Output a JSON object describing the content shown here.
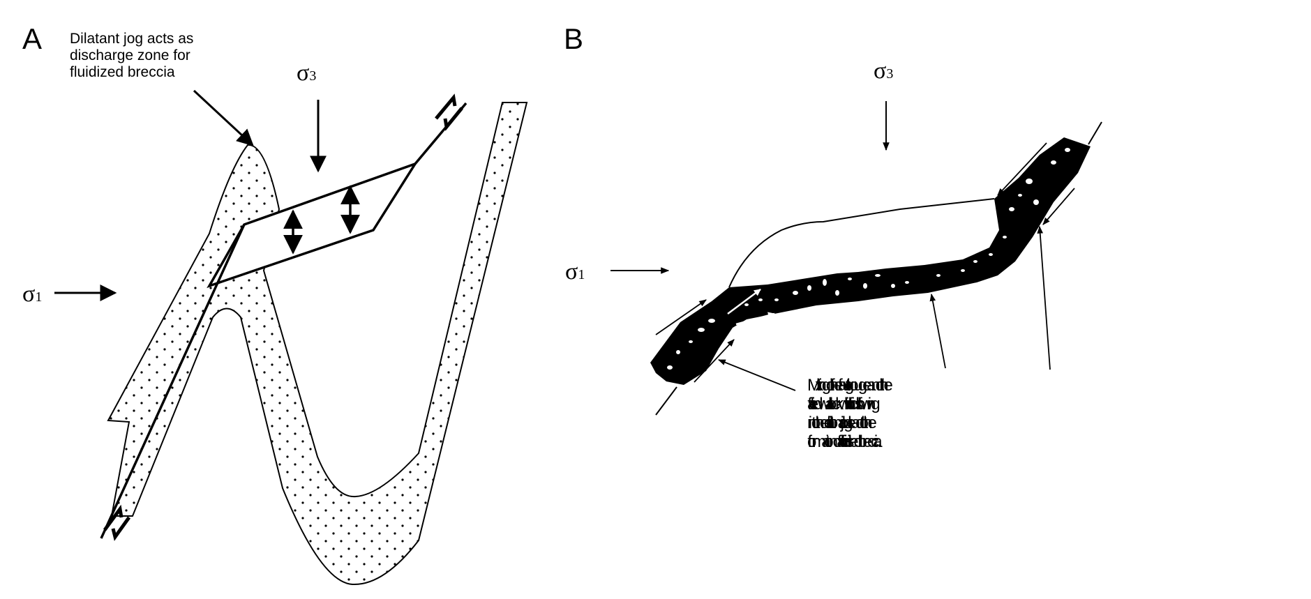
{
  "panel_a": {
    "label": "A",
    "annotation": [
      "Dilatant jog acts as",
      "discharge zone for",
      "fluidized breccia"
    ],
    "sigma3": {
      "symbol": "σ",
      "sub": "3"
    },
    "sigma1": {
      "symbol": "σ",
      "sub": "1"
    }
  },
  "panel_b": {
    "label": "B",
    "annotation": [
      "Mixing of the fault gouge and the",
      "failed wall rock with fluids flowing",
      "into the dilational jog lead to the",
      "formation of a fluidised breccia."
    ],
    "sigma3": {
      "symbol": "σ",
      "sub": "3"
    },
    "sigma1": {
      "symbol": "σ",
      "sub": "1"
    }
  },
  "colors": {
    "ink": "#000000",
    "paper": "#ffffff"
  }
}
